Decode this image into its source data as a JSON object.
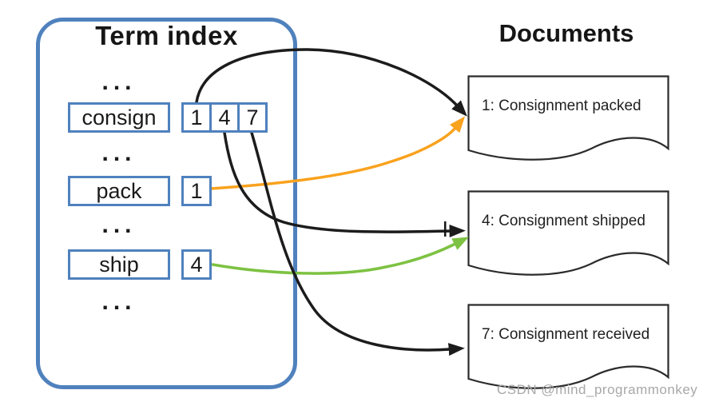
{
  "left_panel": {
    "title": "Term index",
    "ellipsis": "..."
  },
  "right_panel": {
    "title": "Documents"
  },
  "terms": [
    {
      "term": "consign",
      "postings": [
        "1",
        "4",
        "7"
      ]
    },
    {
      "term": "pack",
      "postings": [
        "1"
      ]
    },
    {
      "term": "ship",
      "postings": [
        "4"
      ]
    }
  ],
  "documents": [
    {
      "label": "1: Consignment packed"
    },
    {
      "label": "4: Consignment shipped"
    },
    {
      "label": "7: Consignment received"
    }
  ],
  "arrows": [
    {
      "from": "consign posting 1",
      "to": "document 1",
      "color_key": "arrow_black"
    },
    {
      "from": "pack posting 1",
      "to": "document 1",
      "color_key": "arrow_orange"
    },
    {
      "from": "consign posting 4",
      "to": "document 4",
      "color_key": "arrow_black"
    },
    {
      "from": "ship posting 4",
      "to": "document 4",
      "color_key": "arrow_green"
    },
    {
      "from": "consign posting 7",
      "to": "document 7",
      "color_key": "arrow_black"
    }
  ],
  "watermark": "CSDN @mind_programmonkey",
  "colors": {
    "panel_blue": "#4f81bd",
    "arrow_black": "#1c1c1c",
    "arrow_orange": "#F9A21E",
    "arrow_green": "#7DC242"
  }
}
